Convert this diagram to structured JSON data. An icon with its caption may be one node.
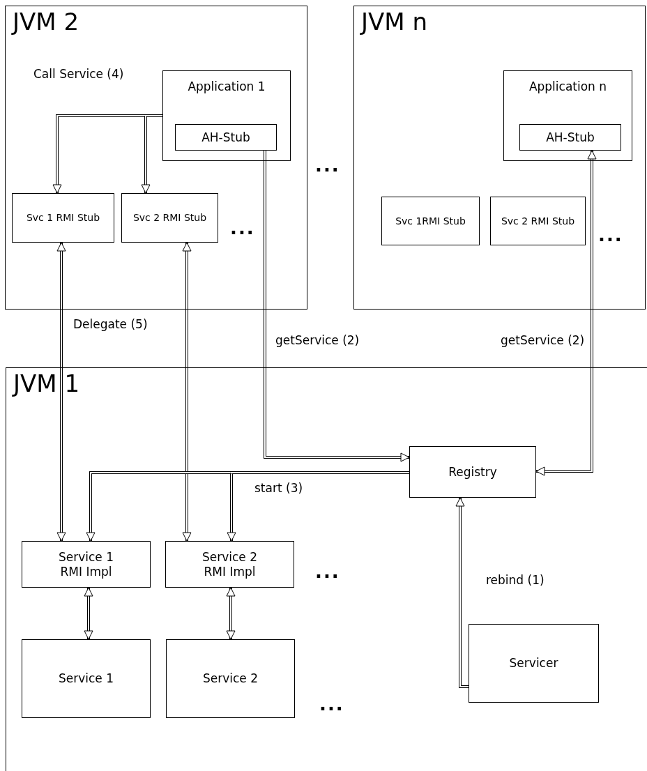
{
  "diagram": {
    "nodes": [
      {
        "text": [
          "JVM 2"
        ]
      },
      {
        "text": [
          "Application 1"
        ],
        "in": 0
      },
      {
        "text": [
          "AH-Stub"
        ],
        "in": 1
      },
      {
        "text": [
          "Svc 1 RMI Stub"
        ],
        "in": 0
      },
      {
        "text": [
          "Svc 2 RMI Stub"
        ],
        "in": 0
      },
      {
        "text": [
          "JVM n"
        ]
      },
      {
        "text": [
          "Application n"
        ],
        "in": 5
      },
      {
        "text": [
          "AH-Stub"
        ],
        "in": 6
      },
      {
        "text": [
          "Svc 1RMI Stub"
        ],
        "in": 5
      },
      {
        "text": [
          "Svc 2 RMI Stub"
        ],
        "in": 5
      },
      {
        "text": [
          "JVM 1"
        ]
      },
      {
        "text": [
          "Registry"
        ],
        "in": 10
      },
      {
        "text": [
          "Service 1 RMI Impl"
        ],
        "in": 10
      },
      {
        "text": [
          "Service 2 RMI Impl"
        ],
        "in": 10
      },
      {
        "text": [
          "Service 1"
        ],
        "in": 10
      },
      {
        "text": [
          "Service 2"
        ],
        "in": 10
      },
      {
        "text": [
          "Servicer"
        ],
        "in": 10
      }
    ],
    "edges": [
      {
        "from": 1,
        "to": 3,
        "arrow": "to",
        "label": "Call Service (4)"
      },
      {
        "from": 1,
        "to": 4,
        "arrow": "to"
      },
      {
        "from": 3,
        "to": 12,
        "arrow": "both",
        "label": "Delegate (5)"
      },
      {
        "from": 4,
        "to": 13,
        "arrow": "both"
      },
      {
        "from": 2,
        "to": 11,
        "arrow": "to",
        "label": "getService (2)"
      },
      {
        "from": 11,
        "to": 7,
        "arrow": "both",
        "label": "getService (2)"
      },
      {
        "from": 11,
        "to": 12,
        "arrow": "to",
        "label": "start (3)"
      },
      {
        "from": 11,
        "to": 13,
        "arrow": "to"
      },
      {
        "from": 12,
        "to": 14,
        "arrow": "both"
      },
      {
        "from": 13,
        "to": 15,
        "arrow": "both"
      },
      {
        "from": 16,
        "to": 11,
        "arrow": "to",
        "label": "rebind (1)"
      }
    ],
    "labels": [
      "...",
      "...",
      "...",
      "...",
      "..."
    ]
  }
}
